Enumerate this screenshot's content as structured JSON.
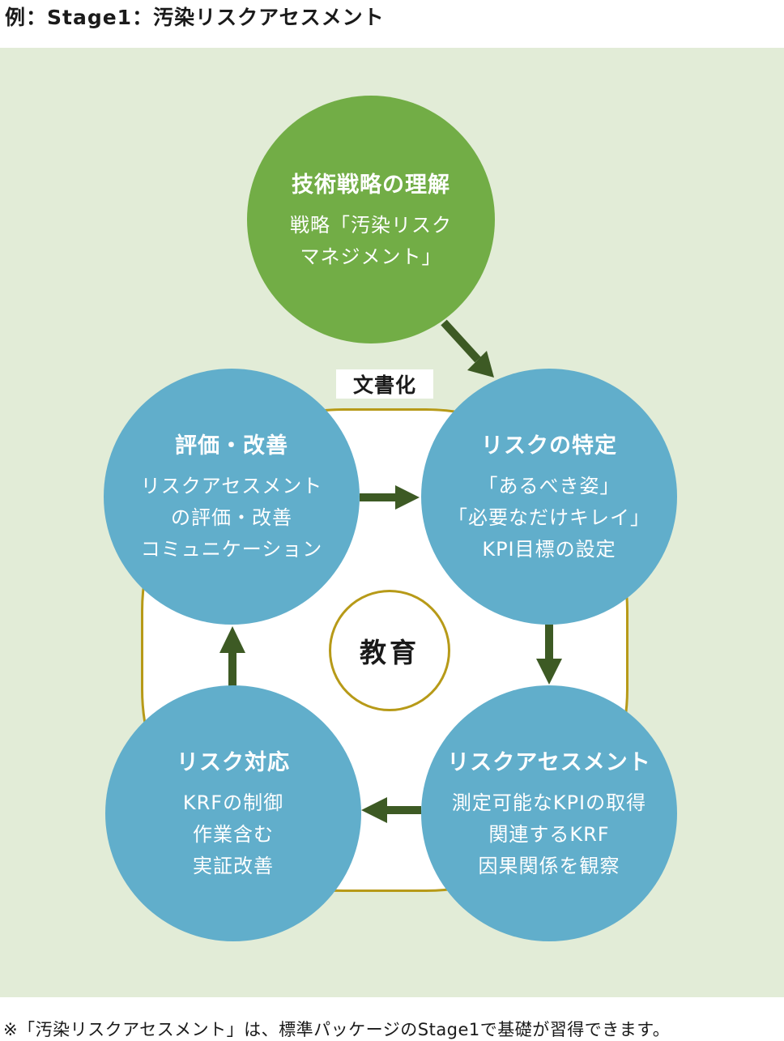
{
  "title": "例：Stage1：汚染リスクアセスメント",
  "ring_label": "文書化",
  "center_label": "教育",
  "nodes": {
    "top": {
      "title": "技術戦略の理解",
      "lines": [
        "戦略「汚染リスク",
        "マネジメント」"
      ]
    },
    "left": {
      "title": "評価・改善",
      "lines": [
        "リスクアセスメント",
        "の評価・改善",
        "コミュニケーション"
      ]
    },
    "right": {
      "title": "リスクの特定",
      "lines": [
        "「あるべき姿」",
        "「必要なだけキレイ」",
        "KPI目標の設定"
      ]
    },
    "bottom_left": {
      "title": "リスク対応",
      "lines": [
        "KRFの制御",
        "作業含む",
        "実証改善"
      ]
    },
    "bottom_right": {
      "title": "リスクアセスメント",
      "lines": [
        "測定可能なKPIの取得",
        "関連するKRF",
        "因果関係を観察"
      ]
    }
  },
  "footnote": "※「汚染リスクアセスメント」は、標準パッケージのStage1で基礎が習得できます。",
  "colors": {
    "background_panel": "#e2ecd7",
    "green_node": "#72ad46",
    "blue_node": "#61aecb",
    "ring": "#b79a18",
    "arrow": "#3d5a24"
  }
}
